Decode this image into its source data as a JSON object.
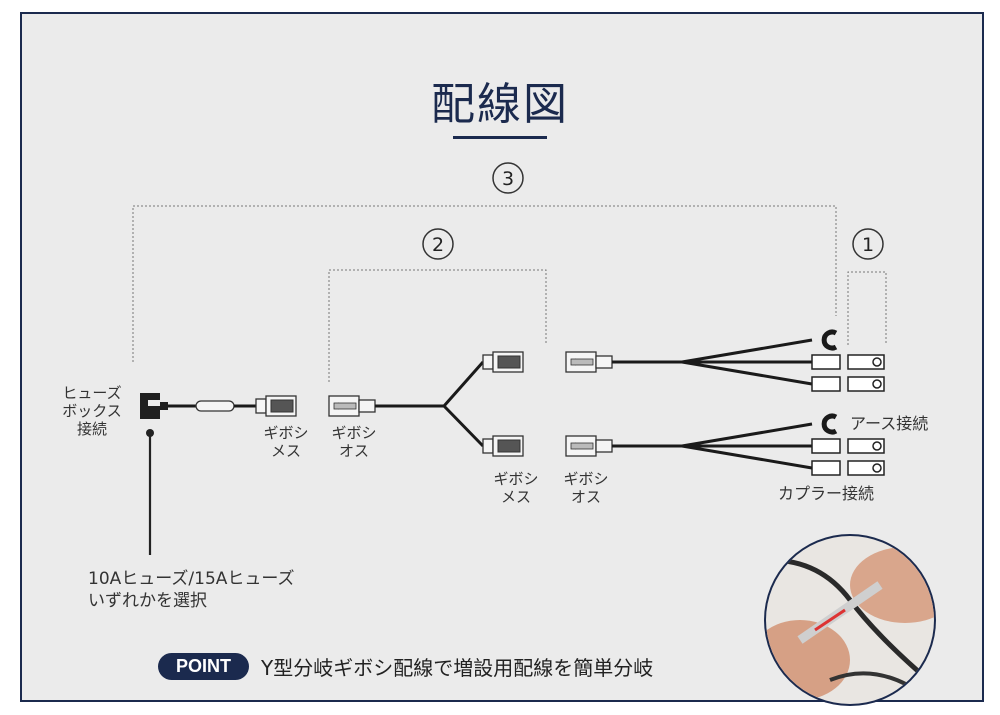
{
  "title": "配線図",
  "markers": {
    "one": "①",
    "two": "②",
    "three": "③"
  },
  "labels": {
    "fuse_box": [
      "ヒューズ",
      "ボックス",
      "接続"
    ],
    "gibosi_mesu_1": [
      "ギボシ",
      "メス"
    ],
    "gibosi_osu_1": [
      "ギボシ",
      "オス"
    ],
    "gibosi_mesu_2": [
      "ギボシ",
      "メス"
    ],
    "gibosi_osu_2": [
      "ギボシ",
      "オス"
    ],
    "earth": "アース接続",
    "coupler": "カプラー接続",
    "fuse_note": [
      "10Aヒューズ/15Aヒューズ",
      "いずれかを選択"
    ]
  },
  "point": {
    "badge": "POINT",
    "text": "Y型分岐ギボシ配線で増設用配線を簡単分岐"
  },
  "colors": {
    "navy": "#1b2a4e",
    "background": "#ebebeb",
    "wire": "#1a1a1a"
  },
  "photo": {
    "icon": "hands-connecting-wires-photo"
  }
}
